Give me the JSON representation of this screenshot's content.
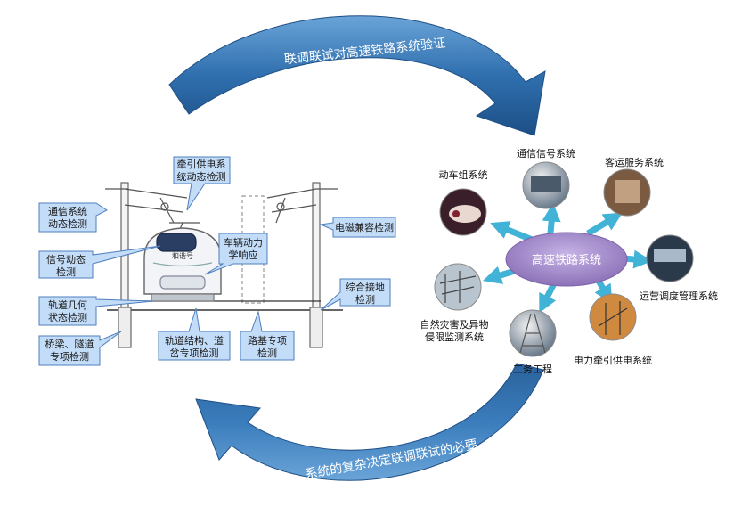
{
  "arrows": {
    "top_text": "联调联试对高速铁路系统验证",
    "bottom_text": "系统的复杂决定联调联试的必要"
  },
  "callouts": {
    "traction": [
      "牵引供电系",
      "统动态检测"
    ],
    "comm": [
      "通信系统",
      "动态检测"
    ],
    "signal": [
      "信号动态",
      "检测"
    ],
    "dynamics": [
      "车辆动力",
      "学响应"
    ],
    "emc": [
      "电磁兼容检测"
    ],
    "grounding": [
      "综合接地",
      "检测"
    ],
    "geometry": [
      "轨道几何",
      "状态检测"
    ],
    "bridge": [
      "桥梁、隧道",
      "专项检测"
    ],
    "track_struct": [
      "轨道结构、道",
      "岔专项检测"
    ],
    "subgrade": [
      "路基专项",
      "检测"
    ]
  },
  "train": {
    "name": "和谐号"
  },
  "hub": {
    "label": "高速铁路系统"
  },
  "systems": {
    "emu": "动车组系统",
    "comm_signal": "通信信号系统",
    "passenger": "客运服务系统",
    "dispatch": "运营调度管理系统",
    "power": "电力牵引供电系统",
    "works": "工务工程",
    "disaster": [
      "自然灾害及异物",
      "侵限监测系统"
    ]
  },
  "colors": {
    "arrow_blue": "#2e6ea8",
    "callout_fill": "#c3dcf7",
    "callout_stroke": "#4f7fbf",
    "hub_fill": "#a08ac8",
    "spoke": "#41b3d6"
  }
}
